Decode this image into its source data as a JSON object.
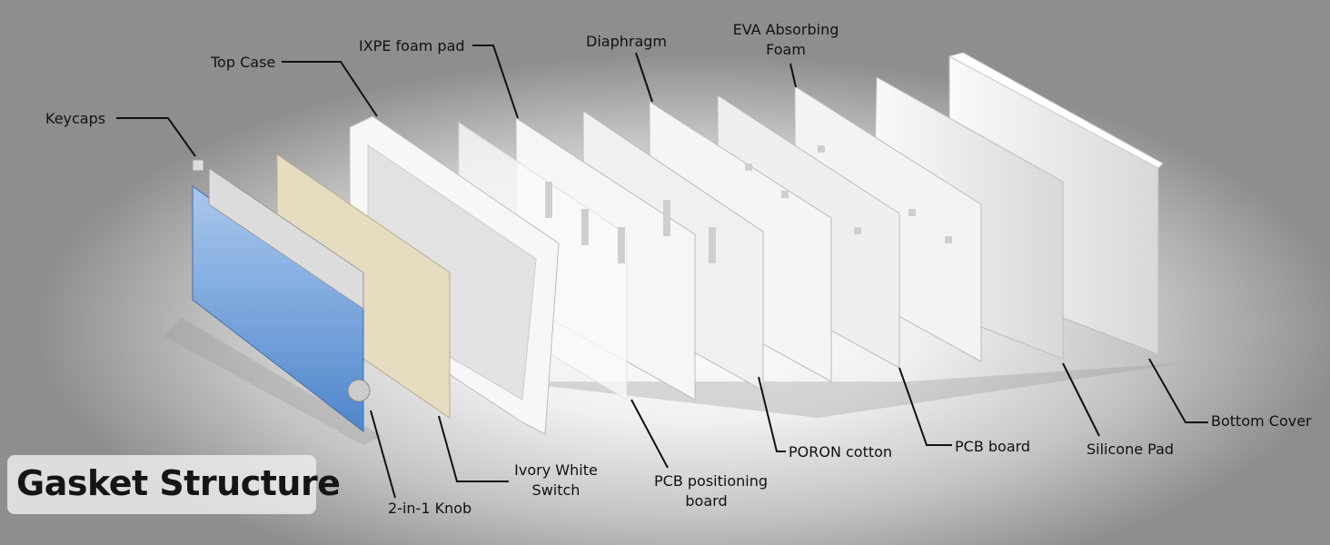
{
  "title": "Gasket Structure",
  "labels": {
    "keycaps": "Keycaps",
    "top_case": "Top Case",
    "ixpe": "IXPE foam pad",
    "diaphragm": "Diaphragm",
    "eva_line1": "EVA Absorbing",
    "eva_line2": "Foam",
    "knob": "2-in-1 Knob",
    "switch_line1": "Ivory White",
    "switch_line2": "Switch",
    "pcb_pos_line1": "PCB positioning",
    "pcb_pos_line2": "board",
    "poron": "PORON cotton",
    "pcb": "PCB board",
    "silicone": "Silicone Pad",
    "bottom": "Bottom Cover"
  },
  "colors": {
    "keycap_blue": "#6f9fd6",
    "switch_ivory": "#e6dcc0",
    "panel": "#f2f2f2"
  }
}
